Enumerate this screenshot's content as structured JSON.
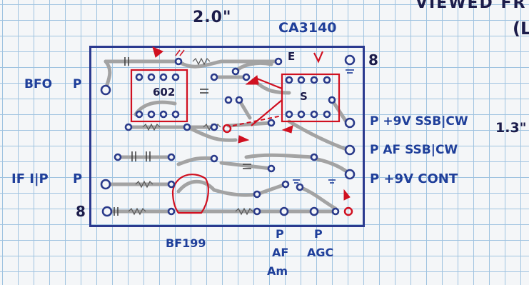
{
  "header": {
    "width_label": "2.0\"",
    "ic_label": "CA3140",
    "corner_text_1": "VIEWED FR",
    "corner_text_2": "(L"
  },
  "board": {
    "height_label": "1.3\"",
    "pin_count_top": "8",
    "pin_count_bottom": "8"
  },
  "left_labels": {
    "bfo": "BFO",
    "bfo_pin": "P",
    "if_input": "IF I|P",
    "if_pin": "P"
  },
  "right_labels": {
    "ssb_power": "P +9V SSB|CW",
    "ssb_af": "P AF SSB|CW",
    "cont_power": "P +9V CONT"
  },
  "bottom_labels": {
    "transistor": "BF199",
    "am_pin": "P",
    "am_label_1": "AF",
    "am_label_2": "Am",
    "agc_pin": "P",
    "agc_label": "AGC"
  },
  "chip_labels": {
    "ic_left": "602",
    "pin_e": "E",
    "pin_s": "S"
  },
  "colors": {
    "ink_blue": "#1f3f9a",
    "board_outline": "#2b3a8f",
    "trace_grey": "#9a9a9a",
    "pad_dark": "#2a3a8a",
    "red_marker": "#d01020",
    "grid": "#9fc3e0"
  }
}
